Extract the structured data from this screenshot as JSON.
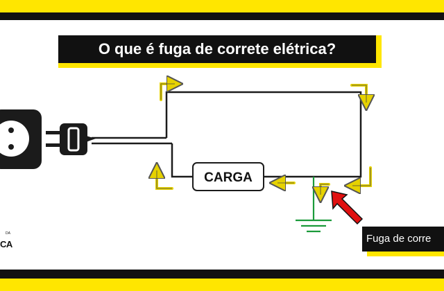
{
  "title": "O que é fuga de correte elétrica?",
  "load_label": "CARGA",
  "callout_label": "Fuga de corre",
  "logo": {
    "small_text": "DA",
    "big_text": "CA"
  },
  "colors": {
    "yellow": "#ffe600",
    "black": "#111111",
    "ground_green": "#1a9a3a",
    "arrow_red": "#e01010",
    "leak_arrow": "#c9b400"
  },
  "icons": [
    "wall-outlet-icon",
    "power-plug-icon",
    "ground-symbol-icon",
    "current-flow-arrow-icon",
    "pointer-arrow-icon"
  ]
}
